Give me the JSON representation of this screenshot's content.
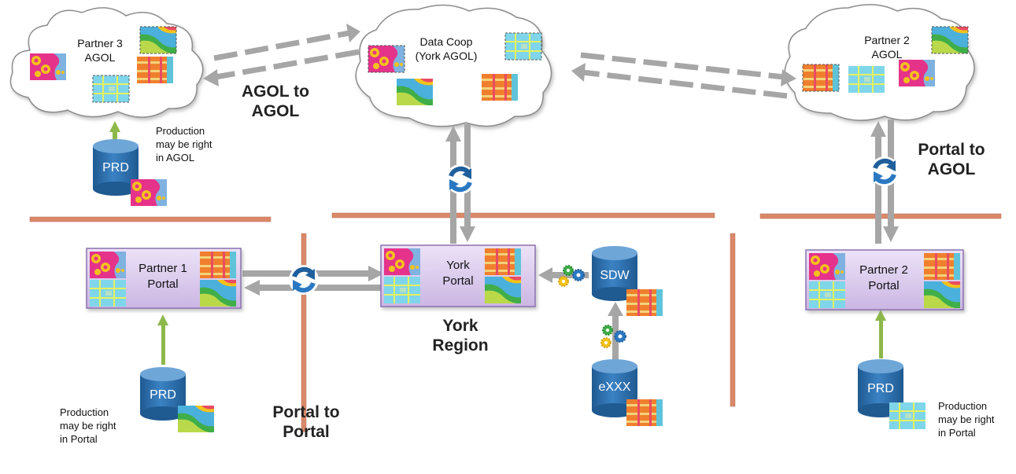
{
  "clouds": {
    "partner3": {
      "line1": "Partner 3",
      "line2": "AGOL"
    },
    "datacoop": {
      "line1": "Data Coop",
      "line2": "(York AGOL)"
    },
    "partner2": {
      "line1": "Partner 2",
      "line2": "AGOL"
    }
  },
  "portals": {
    "partner1": {
      "line1": "Partner 1",
      "line2": "Portal"
    },
    "york": {
      "line1": "York",
      "line2": "Portal"
    },
    "partner2": {
      "line1": "Partner 2",
      "line2": "Portal"
    }
  },
  "databases": {
    "prd_top_left": "PRD",
    "prd_bottom_left": "PRD",
    "prd_right": "PRD",
    "sdw": "SDW",
    "exxx": "eXXX"
  },
  "labels": {
    "agol_to_agol": {
      "line1": "AGOL to",
      "line2": "AGOL"
    },
    "portal_to_agol": {
      "line1": "Portal to",
      "line2": "AGOL"
    },
    "portal_to_portal": {
      "line1": "Portal to",
      "line2": "Portal"
    },
    "york_region": {
      "line1": "York",
      "line2": "Region"
    }
  },
  "notes": {
    "production_agol": {
      "line1": "Production",
      "line2": "may be right",
      "line3": "in AGOL"
    },
    "production_portal_left": {
      "line1": "Production",
      "line2": "may be right",
      "line3": "in Portal"
    },
    "production_portal_right": {
      "line1": "Production",
      "line2": "may be right",
      "line3": "in Portal"
    }
  },
  "colors": {
    "portal_fill": "#d9c8ec",
    "portal_border": "#8b72b0",
    "db_blue": "#2e6da4",
    "arrow_gray": "#a6a6a6",
    "divider_orange": "#d9896a",
    "sync_blue": "#1f5f9c",
    "upload_green": "#8db84a"
  }
}
